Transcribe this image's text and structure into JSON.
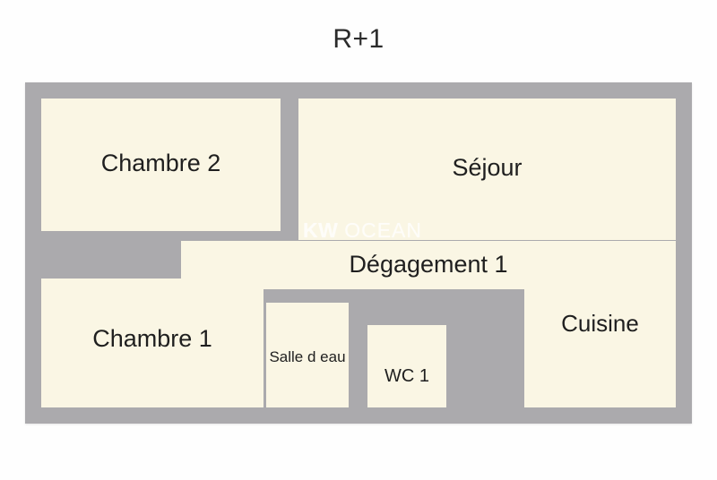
{
  "plan": {
    "title": "R+1",
    "watermark": {
      "brand": "KW",
      "name": "OCEAN"
    },
    "colors": {
      "background": "#fefefe",
      "wall": "#abaaad",
      "room_fill": "#faf6e4",
      "text": "#1f1f1f",
      "watermark": "#ffffff"
    },
    "rooms": [
      {
        "id": "chambre2",
        "label": "Chambre 2"
      },
      {
        "id": "sejour",
        "label": "Séjour"
      },
      {
        "id": "degagement",
        "label": "Dégagement 1"
      },
      {
        "id": "chambre1",
        "label": "Chambre 1"
      },
      {
        "id": "salledeau",
        "label": "Salle d eau"
      },
      {
        "id": "wc1",
        "label": "WC 1"
      },
      {
        "id": "cuisine",
        "label": "Cuisine"
      }
    ]
  }
}
